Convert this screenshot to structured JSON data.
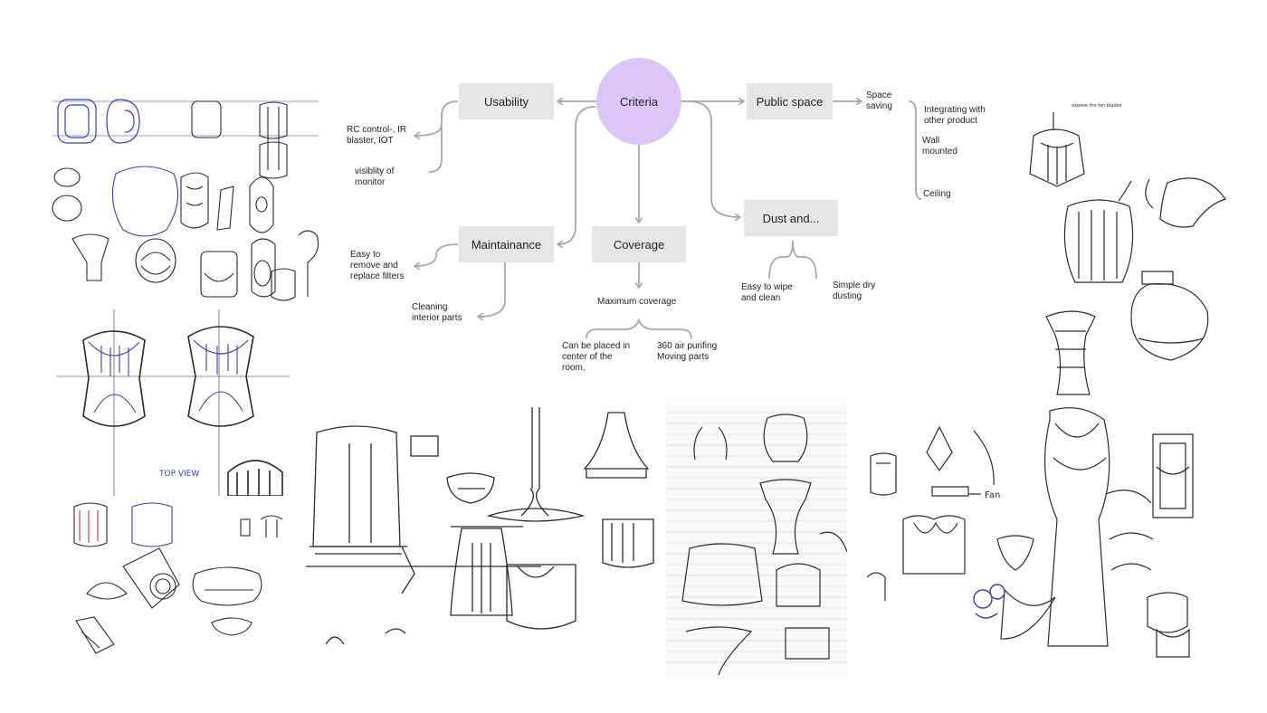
{
  "mindmap": {
    "center": "Criteria",
    "nodes": {
      "usability": "Usability",
      "public_space": "Public space",
      "maintainance": "Maintainance",
      "coverage": "Coverage",
      "dust": "Dust and..."
    },
    "usability_notes": {
      "rc": [
        "RC control-, IR",
        "blaster, IOT"
      ],
      "visibility": [
        "visiblity of",
        "monitor"
      ]
    },
    "public_space_notes": {
      "space_saving": [
        "Space",
        "saving"
      ],
      "integrating": [
        "Integrating with",
        "other product"
      ],
      "wall": [
        "Wall",
        "mounted"
      ],
      "ceiling": "Ceiling"
    },
    "maintainance_notes": {
      "filters": [
        "Easy to",
        "remove and",
        "replace filters"
      ],
      "cleaning": [
        "Cleaning",
        "interior parts"
      ]
    },
    "coverage_notes": {
      "max": "Maximum coverage",
      "center": [
        "Can be placed in",
        "center of the",
        "room,"
      ],
      "purifying": [
        "360 air purifing",
        "Moving parts"
      ]
    },
    "dust_notes": {
      "wipe": [
        "Easy to wipe",
        "and clean"
      ],
      "dry": [
        "Simple dry",
        "dusting"
      ]
    }
  },
  "sketches": {
    "annotations": {
      "top_view": "TOP VIEW",
      "fan": "Fan",
      "ceiling_note": "expose the fan blades"
    }
  },
  "colors": {
    "node_fill": "#e6e6e6",
    "center_fill": "#dcc6f7",
    "connector": "#a8a8a8",
    "ink": "#2a2a2a",
    "blue_ink": "#3c3fa8"
  }
}
